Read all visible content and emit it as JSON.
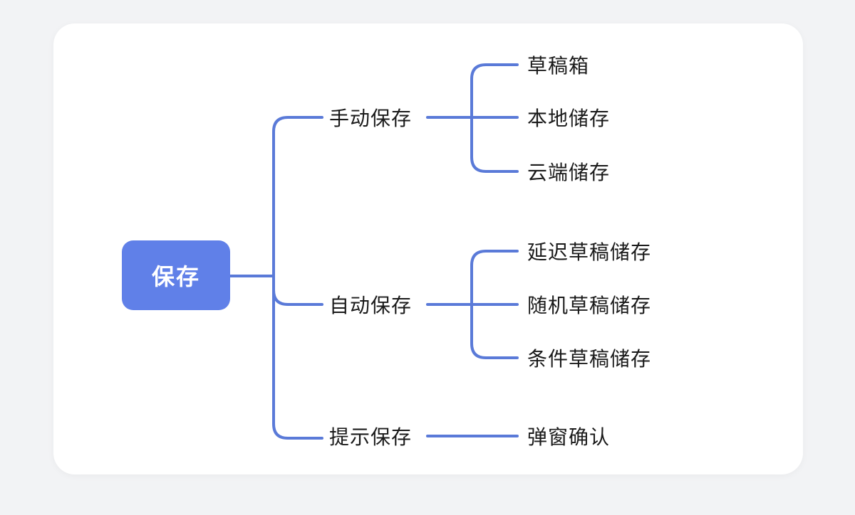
{
  "colors": {
    "page_bg": "#f2f3f5",
    "card_bg": "#ffffff",
    "node_fill": "#6080e8",
    "node_text": "#ffffff",
    "connector": "#5a7ad8",
    "label_text": "#1a1a1a"
  },
  "mindmap": {
    "root": {
      "label": "保存"
    },
    "branches": [
      {
        "label": "手动保存",
        "children": [
          {
            "label": "草稿箱"
          },
          {
            "label": "本地储存"
          },
          {
            "label": "云端储存"
          }
        ]
      },
      {
        "label": "自动保存",
        "children": [
          {
            "label": "延迟草稿储存"
          },
          {
            "label": "随机草稿储存"
          },
          {
            "label": "条件草稿储存"
          }
        ]
      },
      {
        "label": "提示保存",
        "children": [
          {
            "label": "弹窗确认"
          }
        ]
      }
    ]
  }
}
